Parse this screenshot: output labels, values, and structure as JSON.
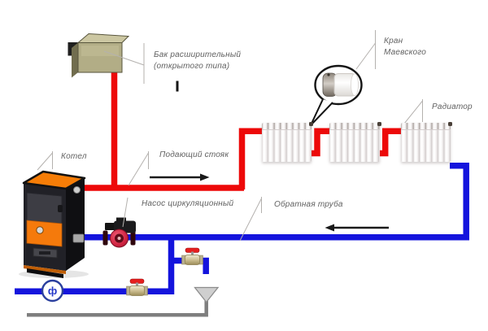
{
  "labels": {
    "tank_line1": "Бак расширительный",
    "tank_line2": "(открытого типа)",
    "mayevsky_line1": "Кран",
    "mayevsky_line2": "Маевского",
    "radiator": "Радиатор",
    "boiler": "Котел",
    "supply_riser": "Подающий стояк",
    "pump": "Насос циркуляционный",
    "return_pipe": "Обратная труба"
  },
  "symbols": {
    "filter": "ф"
  },
  "flow": {
    "supply_direction": "right",
    "return_direction": "left"
  },
  "colors": {
    "supply_pipe": "#ed0909",
    "return_pipe": "#1414dd",
    "drain_pipe": "#7e7e7e",
    "label_text": "#5f5f5f",
    "boiler_accent": "#f57a0c",
    "pump_body": "#d22744",
    "valve_handle": "#e51f1f",
    "tank_body": "#b2ad86",
    "arrow": "#1a1a1a"
  }
}
